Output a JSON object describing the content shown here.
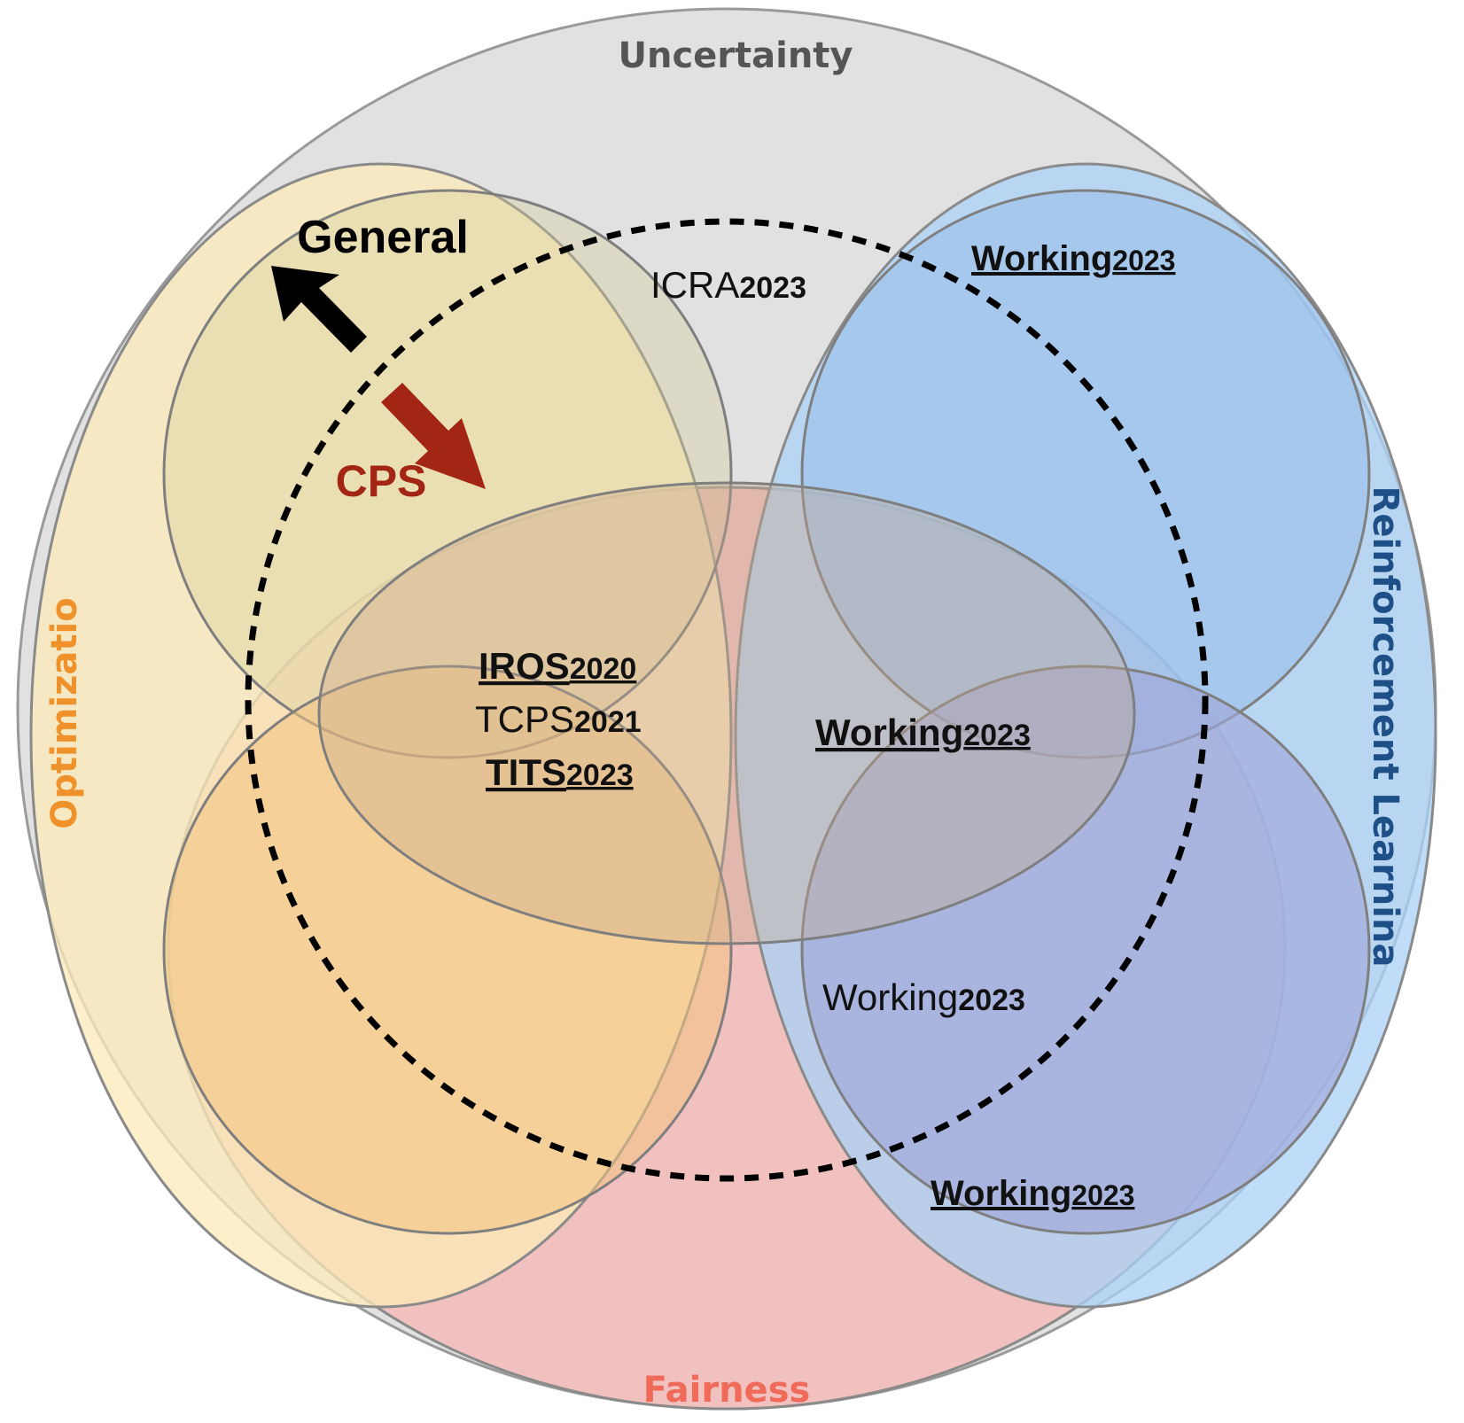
{
  "sets": {
    "uncertainty": {
      "label": "Uncertainty",
      "color": "#dcdcdc",
      "text_color": "#555555"
    },
    "optimization": {
      "label": "Optimizatio",
      "color": "#fbe9b7",
      "text_color": "#f0922b"
    },
    "reinforcement_learning": {
      "label": "Reinforcement Learnina",
      "color": "#a9d1f7",
      "text_color": "#1e4f86"
    },
    "fairness": {
      "label": "Fairness",
      "color": "#f4b6b3",
      "text_color": "#f06a5a"
    }
  },
  "scope_arrows": {
    "general": {
      "label": "General",
      "color": "#000000"
    },
    "cps": {
      "label": "CPS",
      "color": "#a32615"
    }
  },
  "publications": {
    "icra2023": {
      "venue": "ICRA",
      "year": "2023"
    },
    "working_top_right": {
      "venue": "Working",
      "year": "2023"
    },
    "iros2020": {
      "venue": "IROS",
      "year": "2020"
    },
    "tcps2021": {
      "venue": "TCPS",
      "year": "2021"
    },
    "tits2023": {
      "venue": "TITS",
      "year": "2023"
    },
    "working_center_right": {
      "venue": "Working",
      "year": "2023"
    },
    "working_lower_right": {
      "venue": "Working",
      "year": "2023"
    },
    "working_bottom_right": {
      "venue": "Working",
      "year": "2023"
    }
  }
}
